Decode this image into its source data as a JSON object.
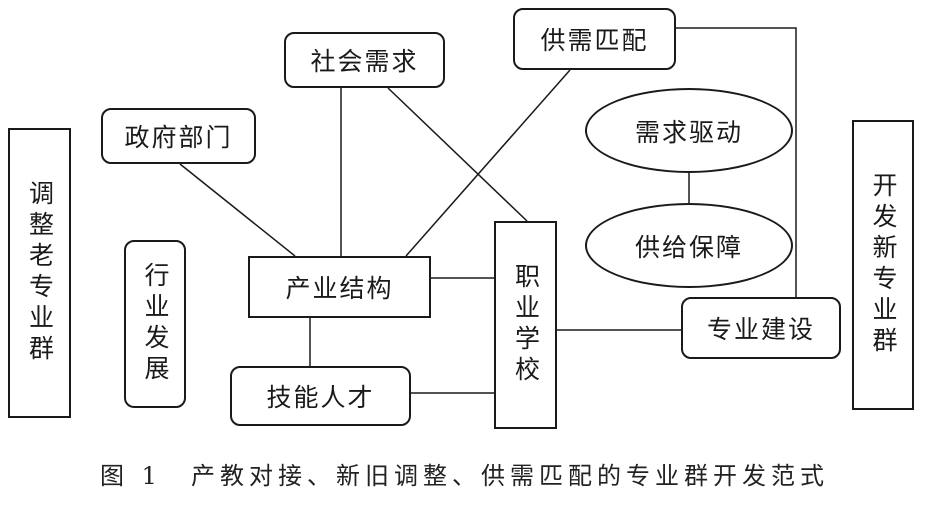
{
  "diagram": {
    "nodes": {
      "tiaozheng": "调整老专业群",
      "kaifa": "开发新专业群",
      "hangye": "行业发展",
      "zhengfu": "政府部门",
      "shehui": "社会需求",
      "gongxu": "供需匹配",
      "xuqiu": "需求驱动",
      "gongji": "供给保障",
      "chanye": "产业结构",
      "jineng": "技能人才",
      "zhiye": "职业学校",
      "zhuanye": "专业建设"
    },
    "caption": "图 1　产教对接、新旧调整、供需匹配的专业群开发范式"
  }
}
